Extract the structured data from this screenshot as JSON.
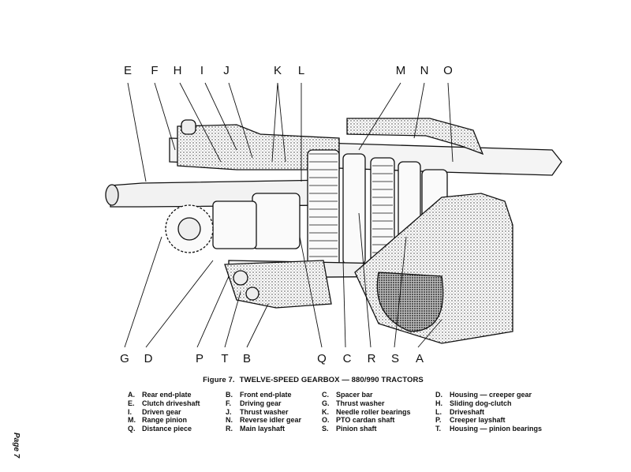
{
  "figure": {
    "number": "Figure 7.",
    "title": "TWELVE-SPEED GEARBOX — 880/990 TRACTORS"
  },
  "callouts": {
    "top": [
      "E",
      "F",
      "H",
      "I",
      "J",
      "K",
      "L",
      "M",
      "N",
      "O"
    ],
    "bottom": [
      "G",
      "D",
      "P",
      "T",
      "B",
      "Q",
      "C",
      "R",
      "S",
      "A"
    ]
  },
  "legend": [
    {
      "key": "A.",
      "label": "Rear end-plate"
    },
    {
      "key": "B.",
      "label": "Front end-plate"
    },
    {
      "key": "C.",
      "label": "Spacer bar"
    },
    {
      "key": "D.",
      "label": "Housing — creeper gear"
    },
    {
      "key": "E.",
      "label": "Clutch driveshaft"
    },
    {
      "key": "F.",
      "label": "Driving gear"
    },
    {
      "key": "G.",
      "label": "Thrust washer"
    },
    {
      "key": "H.",
      "label": "Sliding dog-clutch"
    },
    {
      "key": "I.",
      "label": "Driven gear"
    },
    {
      "key": "J.",
      "label": "Thrust washer"
    },
    {
      "key": "K.",
      "label": "Needle roller bearings"
    },
    {
      "key": "L.",
      "label": "Driveshaft"
    },
    {
      "key": "M.",
      "label": "Range pinion"
    },
    {
      "key": "N.",
      "label": "Reverse idler gear"
    },
    {
      "key": "O.",
      "label": "PTO cardan shaft"
    },
    {
      "key": "P.",
      "label": "Creeper layshaft"
    },
    {
      "key": "Q.",
      "label": "Distance piece"
    },
    {
      "key": "R.",
      "label": "Main layshaft"
    },
    {
      "key": "S.",
      "label": "Pinion shaft"
    },
    {
      "key": "T.",
      "label": "Housing — pinion bearings"
    }
  ],
  "page_label": "Page 7"
}
